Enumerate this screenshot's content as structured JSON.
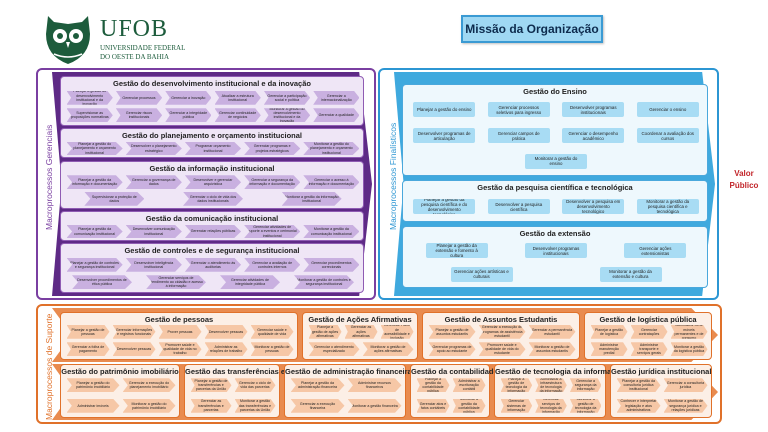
{
  "logo": {
    "name": "UFOB",
    "sub1": "UNIVERSIDADE FEDERAL",
    "sub2": "DO OESTE DA BAHIA"
  },
  "mission": "Missão da Organização",
  "valor": [
    "Valor",
    "Público"
  ],
  "colors": {
    "gerenciais": "#7a3fa1",
    "finalisticos": "#2c96d3",
    "suporte": "#e0712a",
    "logo": "#1d5c3c",
    "valor": "#c2252a"
  },
  "sides": {
    "gerenciais": "Macroprocessos Gerenciais",
    "finalisticos": "Macroprocessos Finalísticos",
    "suporte": "Macroprocessos de Suporte"
  },
  "gerenciais": [
    {
      "title": "Gestão do desenvolvimento institucional e da inovação",
      "rows": [
        [
          "Planejar a gestão do desenvolvimento institucional e da inovação",
          "Gerenciar processos",
          "Gerenciar a inovação",
          "Atualizar a estrutura institucional",
          "Gerenciar a participação social e política",
          "Gerenciar a internacionalização"
        ],
        [
          "Supervisionar as proposições normativas",
          "Gerenciar riscos institucionais",
          "Gerenciar a integridade pública",
          "Gerenciar continuidade de negócios",
          "Monitorar a gestão do desenvolvimento institucional e da inovação",
          "Gerenciar a qualidade"
        ]
      ]
    },
    {
      "title": "Gestão do planejamento e orçamento institucional",
      "rows": [
        [
          "Planejar a gestão do planejamento e orçamento institucional",
          "Desenvolver o planejamento estratégico",
          "Programar orçamento institucional",
          "Gerenciar programas e projetos estratégicos",
          "Monitorar a gestão do planejamento e orçamento institucional"
        ]
      ]
    },
    {
      "title": "Gestão da informação institucional",
      "rows": [
        [
          "Planejar a gestão da informação e documentação",
          "Gerenciar a governança de dados",
          "Desenvolver e gerenciar arquivística",
          "Gerenciar a segurança da informação e documentação",
          "Gerenciar o acesso à informação e documentação"
        ],
        [
          "Supervisionar a proteção de dados",
          "Gerenciar o ciclo de vida dos dados institucionais",
          "Monitorar a gestão da informação institucional"
        ]
      ]
    },
    {
      "title": "Gestão da comunicação institucional",
      "rows": [
        [
          "Planejar a gestão da comunicação institucional",
          "Desenvolver comunicação institucional",
          "Gerenciar relações públicas",
          "Gerenciar atividades de suporte a eventos e cerimonial institucional",
          "Monitorar a gestão da comunicação institucional"
        ]
      ]
    },
    {
      "title": "Gestão de controles e de segurança institucional",
      "rows": [
        [
          "Planejar a gestão de controles e segurança institucional",
          "Desenvolver inteligência institucional",
          "Gerenciar o atendimento às auditorias",
          "Gerenciar a avaliação de controles internos",
          "Gerenciar procedimentos correcionais"
        ],
        [
          "Desenvolver procedimentos de ética pública",
          "Gerenciar serviços de atendimento ao cidadão e acesso à informação",
          "Gerenciar atividades de integridade pública",
          "Monitorar a gestão de controles e segurança institucional"
        ]
      ]
    }
  ],
  "finalisticos": [
    {
      "title": "Gestão do Ensino",
      "rows": [
        [
          "Planejar a gestão do ensino",
          "Gerenciar processos seletivos para ingresso",
          "Desenvolver programas institucionais",
          "Gerenciar o ensino"
        ],
        [
          "Desenvolver programas de articulação",
          "Gerenciar campos de prática",
          "Gerenciar o desempenho acadêmico",
          "Coordenar a avaliação dos cursos"
        ],
        [
          "Monitorar a gestão do ensino"
        ]
      ]
    },
    {
      "title": "Gestão da pesquisa científica e tecnológica",
      "rows": [
        [
          "Planejar a gestão da pesquisa científica e do desenvolvimento tecnológico",
          "Desenvolver a pesquisa científica",
          "Desenvolver a pesquisa em desenvolvimento tecnológico",
          "Monitorar a gestão da pesquisa científica e tecnológica"
        ]
      ]
    },
    {
      "title": "Gestão da extensão",
      "rows": [
        [
          "Planejar a gestão da extensão e fomento à cultura",
          "Desenvolver programas institucionais",
          "Gerenciar ações extensionistas"
        ],
        [
          "Gerenciar ações artísticas e culturais",
          "Monitorar a gestão da extensão e cultura"
        ]
      ]
    }
  ],
  "suporte": [
    {
      "title": "Gestão de pessoas",
      "rows": [
        [
          "Planejar a gestão de pessoas",
          "Gerenciar informações e registros funcionais",
          "Prover pessoas",
          "Desenvolver pessoas",
          "Gerenciar saúde e qualidade de vida"
        ],
        [
          "Gerenciar a folha de pagamento",
          "Desenvolver pessoas",
          "Promover saúde e qualidade de vida no trabalho",
          "Administrar as relações de trabalho",
          "Monitorar a gestão de pessoas"
        ]
      ]
    },
    {
      "title": "Gestão de Ações Afirmativas",
      "rows": [
        [
          "Planejar a gestão de ações afirmativas",
          "Gerenciar as ações afirmativas",
          "Gerenciar Plano de acessibilidade e inclusão"
        ],
        [
          "Gerenciar o atendimento especializado",
          "Monitorar a gestão de ações afirmativas"
        ]
      ]
    },
    {
      "title": "Gestão de Assuntos Estudantis",
      "rows": [
        [
          "Planejar a gestão de assuntos estudantis",
          "Gerenciar a execução de programas de assistência estudantil",
          "Gerenciar a permanência estudantil"
        ],
        [
          "Gerenciar programas de apoio ao estudante",
          "Promover saúde e qualidade de vida do estudante",
          "Monitorar a gestão de assuntos estudantis"
        ]
      ]
    },
    {
      "title": "Gestão de logística pública",
      "rows": [
        [
          "Planejar a gestão de logística",
          "Gerenciar contratações",
          "Administrar bens móveis permanentes e de consumo"
        ],
        [
          "Administrar manutenção predial",
          "Administrar transporte e serviços gerais",
          "Monitorar a gestão da logística pública"
        ]
      ]
    },
    {
      "title": "Gestão do patrimônio imobiliário",
      "rows": [
        [
          "Planejar a gestão do patrimônio imobiliário",
          "Gerenciar a execução do planejamento imobiliário"
        ],
        [
          "Administrar imóveis",
          "Monitorar a gestão do patrimônio imobiliário"
        ]
      ]
    },
    {
      "title": "Gestão das transferências e parcerias da União",
      "rows": [
        [
          "Planejar a gestão de transferências e parcerias da União",
          "Gerenciar o ciclo de vida das parcerias"
        ],
        [
          "Gerenciar as transferências e parcerias",
          "Monitorar a gestão das transferências e parcerias da União"
        ]
      ]
    },
    {
      "title": "Gestão de administração financeira",
      "rows": [
        [
          "Planejar a gestão da administração financeira",
          "Administrar recursos financeiros"
        ],
        [
          "Gerenciar a execução financeira",
          "Monitorar a gestão financeira"
        ]
      ]
    },
    {
      "title": "Gestão da contabilidade pública",
      "rows": [
        [
          "Planejar a gestão da contabilidade pública",
          "Administrar a escrituração contábil"
        ],
        [
          "Gerenciar atos e fatos contábeis",
          "Monitorar a gestão da contabilidade pública"
        ]
      ]
    },
    {
      "title": "Gestão de tecnologia da informação",
      "rows": [
        [
          "Planejar a gestão de tecnologia da informação",
          "Administrar a infraestrutura de tecnologia da informação",
          "Gerenciar a segurança da informação"
        ],
        [
          "Gerenciar sistemas de informação",
          "Gerenciar serviços de tecnologia da informação",
          "Monitorar a gestão de tecnologia da informação"
        ]
      ]
    },
    {
      "title": "Gestão jurídica institucional",
      "rows": [
        [
          "Planejar a gestão da consultoria jurídica institucional",
          "Gerenciar a consultoria jurídica"
        ],
        [
          "Conhecer e interpretar legislação e atos administrativos",
          "Monitorar a gestão de segurança jurídica e relações jurídicas"
        ]
      ]
    }
  ]
}
